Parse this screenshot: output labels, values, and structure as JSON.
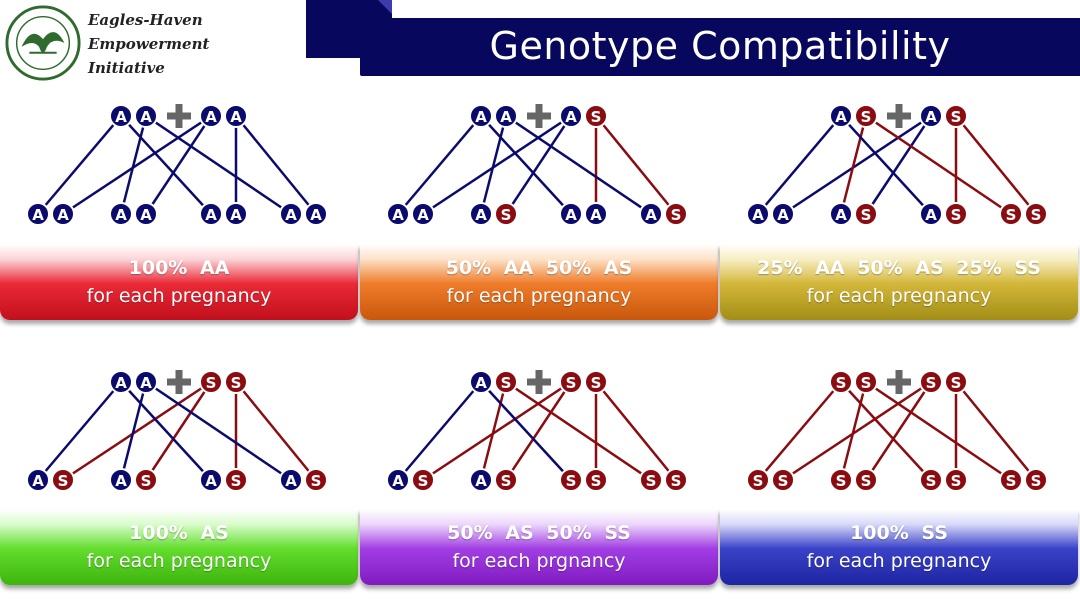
{
  "header": {
    "org_line1": "Eagles-Haven",
    "org_line2": "Empowerment",
    "org_line3": "Initiative",
    "title": "Genotype Compatibility"
  },
  "colors": {
    "A": "#0b0b6e",
    "S": "#8a0c10",
    "plus": "#666666",
    "title_bg": "#07075e"
  },
  "panels": [
    {
      "parents": [
        "A",
        "A",
        "A",
        "A"
      ],
      "children": [
        [
          "A",
          "A"
        ],
        [
          "A",
          "A"
        ],
        [
          "A",
          "A"
        ],
        [
          "A",
          "A"
        ]
      ],
      "result": "100% AA",
      "subtitle": "for each pregnancy",
      "color": "red"
    },
    {
      "parents": [
        "A",
        "A",
        "A",
        "S"
      ],
      "children": [
        [
          "A",
          "A"
        ],
        [
          "A",
          "S"
        ],
        [
          "A",
          "A"
        ],
        [
          "A",
          "S"
        ]
      ],
      "result": "50% AA   50% AS",
      "subtitle": "for each pregnancy",
      "color": "orange"
    },
    {
      "parents": [
        "A",
        "S",
        "A",
        "S"
      ],
      "children": [
        [
          "A",
          "A"
        ],
        [
          "A",
          "S"
        ],
        [
          "A",
          "S"
        ],
        [
          "S",
          "S"
        ]
      ],
      "result": "25% AA   50% AS   25% SS",
      "subtitle": "for each pregnancy",
      "color": "gold"
    },
    {
      "parents": [
        "A",
        "A",
        "S",
        "S"
      ],
      "children": [
        [
          "A",
          "S"
        ],
        [
          "A",
          "S"
        ],
        [
          "A",
          "S"
        ],
        [
          "A",
          "S"
        ]
      ],
      "result": "100% AS",
      "subtitle": "for each pregnancy",
      "color": "green"
    },
    {
      "parents": [
        "A",
        "S",
        "S",
        "S"
      ],
      "children": [
        [
          "A",
          "S"
        ],
        [
          "A",
          "S"
        ],
        [
          "S",
          "S"
        ],
        [
          "S",
          "S"
        ]
      ],
      "result": "50% AS   50% SS",
      "subtitle": "for each prgnancy",
      "color": "purple"
    },
    {
      "parents": [
        "S",
        "S",
        "S",
        "S"
      ],
      "children": [
        [
          "S",
          "S"
        ],
        [
          "S",
          "S"
        ],
        [
          "S",
          "S"
        ],
        [
          "S",
          "S"
        ]
      ],
      "result": "100% SS",
      "subtitle": "for each pregnancy",
      "color": "blue"
    }
  ]
}
